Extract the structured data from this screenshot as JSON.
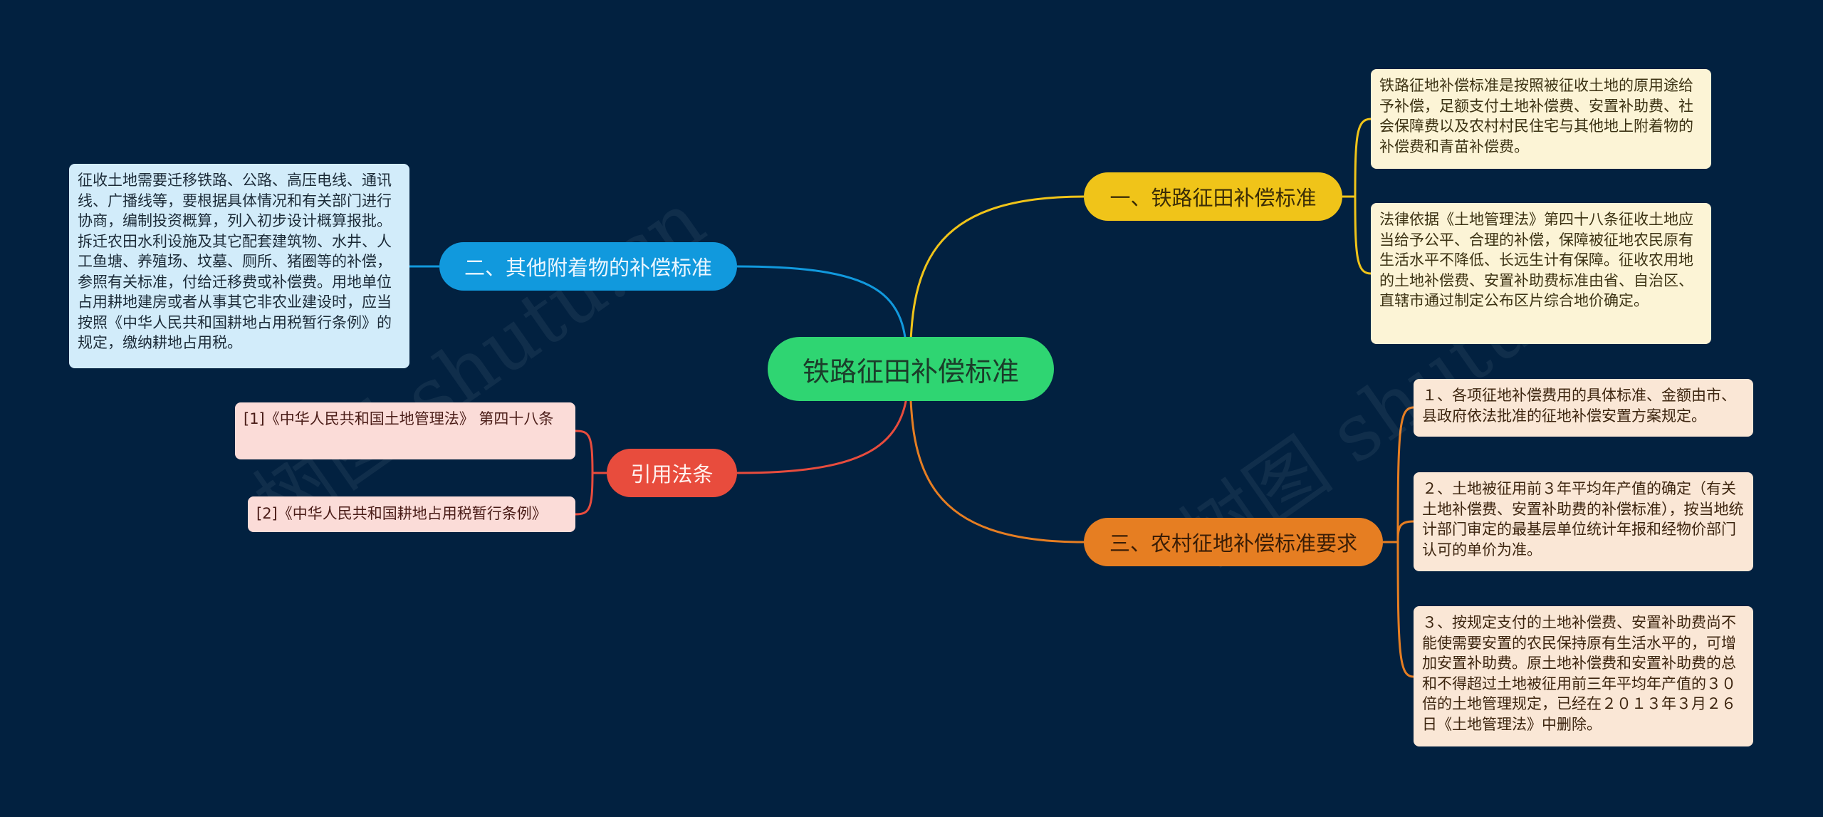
{
  "center": {
    "label": "铁路征田补偿标准",
    "color": "#2fd572"
  },
  "branches": {
    "railway": {
      "label": "一、铁路征田补偿标准",
      "color": "#f0c419",
      "leaves": [
        "铁路征地补偿标准是按照被征收土地的原用途给予补偿，足额支付土地补偿费、安置补助费、社会保障费以及农村村民住宅与其他地上附着物的补偿费和青苗补偿费。",
        "法律依据《土地管理法》第四十八条征收土地应当给予公平、合理的补偿，保障被征地农民原有生活水平不降低、长远生计有保障。征收农用地的土地补偿费、安置补助费标准由省、自治区、直辖市通过制定公布区片综合地价确定。"
      ]
    },
    "attachments": {
      "label": "二、其他附着物的补偿标准",
      "color": "#1199dd",
      "leaves": [
        "征收土地需要迁移铁路、公路、高压电线、通讯线、广播线等，要根据具体情况和有关部门进行协商，编制投资概算，列入初步设计概算报批。拆迁农田水利设施及其它配套建筑物、水井、人工鱼塘、养殖场、坟墓、厕所、猪圈等的补偿，参照有关标准，付给迁移费或补偿费。用地单位占用耕地建房或者从事其它非农业建设时，应当按照《中华人民共和国耕地占用税暂行条例》的规定，缴纳耕地占用税。"
      ]
    },
    "citations": {
      "label": "引用法条",
      "color": "#e84c3d",
      "leaves": [
        "[1]《中华人民共和国土地管理法》 第四十八条",
        "[2]《中华人民共和国耕地占用税暂行条例》"
      ]
    },
    "rural": {
      "label": "三、农村征地补偿标准要求",
      "color": "#e67e22",
      "leaves": [
        "１、各项征地补偿费用的具体标准、金额由市、县政府依法批准的征地补偿安置方案规定。",
        "２、土地被征用前３年平均年产值的确定（有关土地补偿费、安置补助费的补偿标准），按当地统计部门审定的最基层单位统计年报和经物价部门认可的单价为准。",
        "３、按规定支付的土地补偿费、安置补助费尚不能使需要安置的农民保持原有生活水平的，可增加安置补助费。原土地补偿费和安置补助费的总和不得超过土地被征用前三年平均年产值的３０倍的土地管理规定，已经在２０１３年３月２６日《土地管理法》中删除。"
      ]
    }
  },
  "watermarks": [
    "树图 shutu.cn",
    "树图 shutu.cn"
  ]
}
